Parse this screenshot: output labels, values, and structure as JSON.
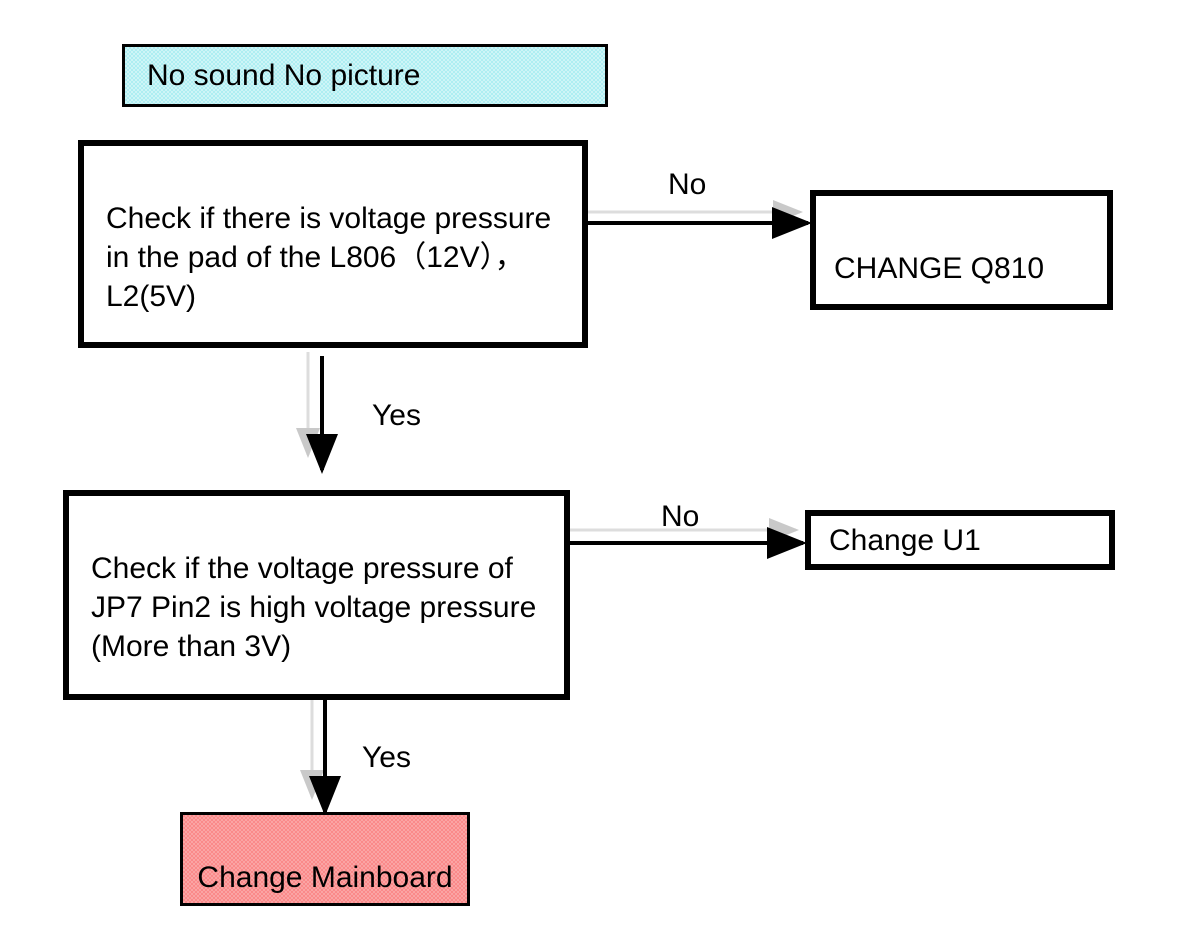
{
  "diagram": {
    "title": "No sound No picture troubleshooting flowchart",
    "colors": {
      "start_fill": "#aeeef2",
      "terminal_fill": "#fa8a8a",
      "border": "#000000",
      "arrow": "#000000",
      "arrow_shadow": "#d9d9d9",
      "background": "#ffffff"
    },
    "nodes": {
      "start": {
        "label": "No sound No picture"
      },
      "check1": {
        "label": "Check if there is voltage pressure in the pad of the L806（12V）， L2(5V)",
        "line1": "Check if there is voltage",
        "line2": "pressure in the pad of the",
        "line3": "L806（12V）， L2(5V)"
      },
      "change_q810": {
        "label": "CHANGE Q810",
        "line1": "CHANGE",
        "line2": "Q810"
      },
      "check2": {
        "label": "Check if the voltage pressure of JP7 Pin2 is high voltage pressure (More than 3V)",
        "line1": "Check if the voltage",
        "line2": "pressure of JP7 Pin2 is high",
        "line3": "voltage pressure (More",
        "line4": "than 3V)"
      },
      "change_u1": {
        "label": "Change U1"
      },
      "change_mainboard": {
        "label": "Change Mainboard",
        "line1": "Change",
        "line2": "Mainboard"
      }
    },
    "edges": {
      "check1_no": {
        "label": "No",
        "from": "check1",
        "to": "change_q810"
      },
      "check1_yes": {
        "label": "Yes",
        "from": "check1",
        "to": "check2"
      },
      "check2_no": {
        "label": "No",
        "from": "check2",
        "to": "change_u1"
      },
      "check2_yes": {
        "label": "Yes",
        "from": "check2",
        "to": "change_mainboard"
      }
    }
  }
}
